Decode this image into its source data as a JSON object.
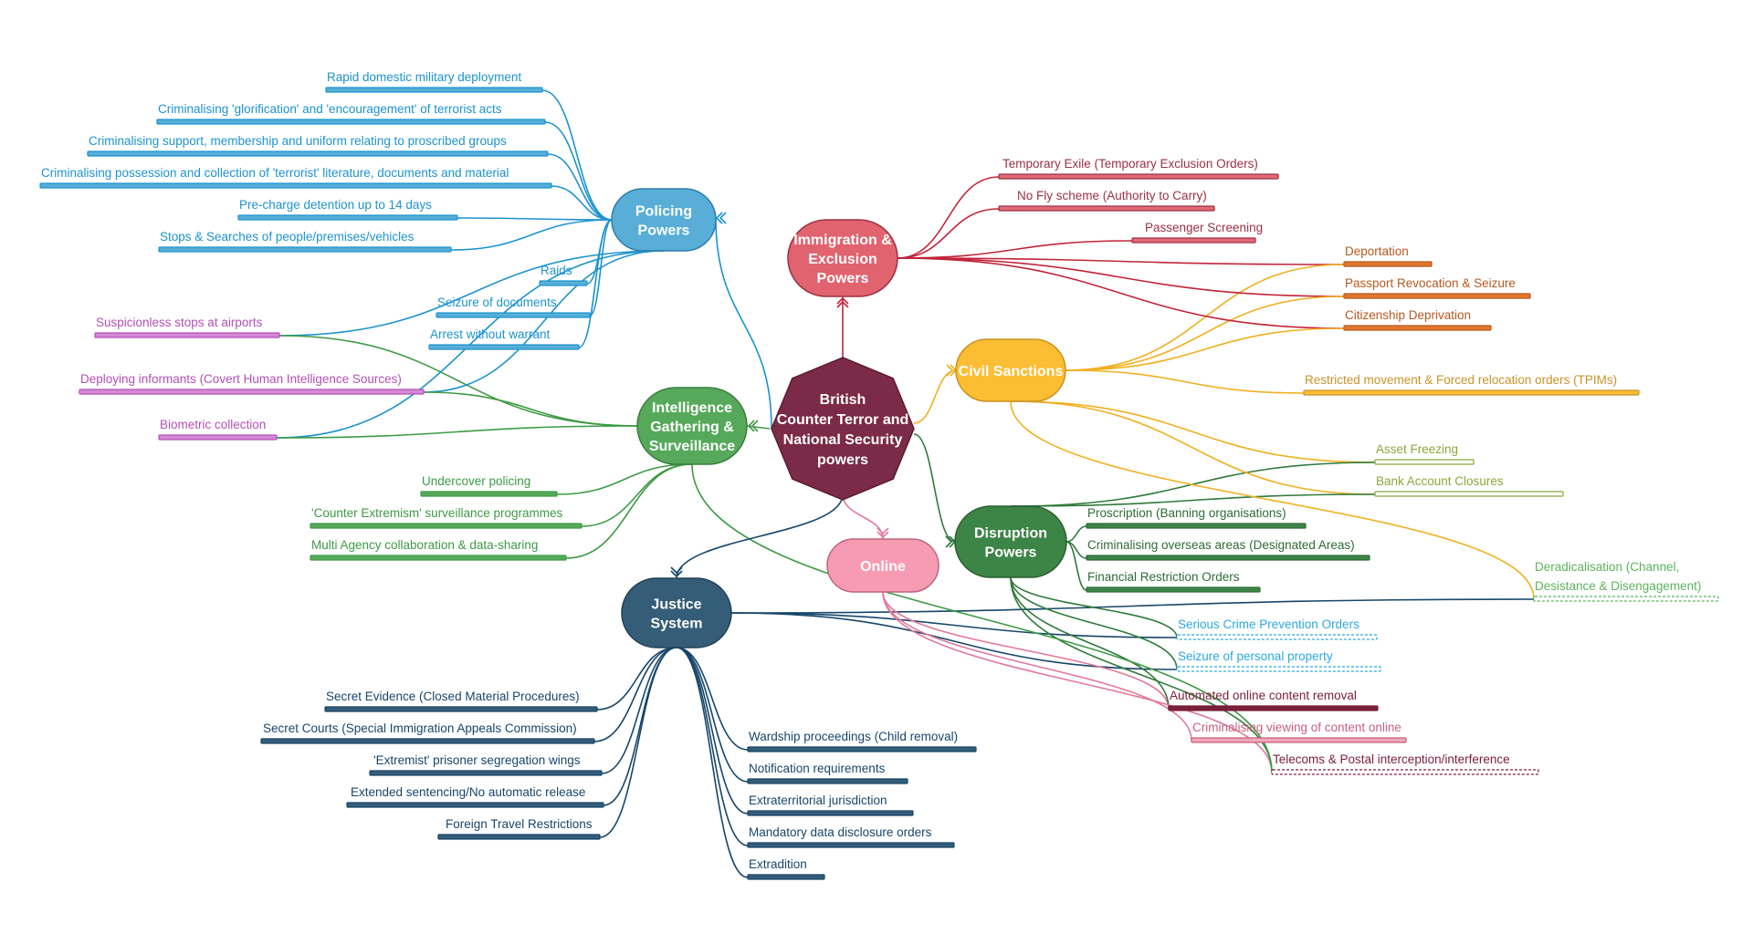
{
  "center": {
    "lines": [
      "British",
      "Counter Terror and",
      "National Security",
      "powers"
    ],
    "color": "#7b2a47"
  },
  "colors": {
    "policing": "#1c93cf",
    "policing_fill": "#58aed7",
    "immigration": "#c0253a",
    "immigration_fill": "#e0636f",
    "intelligence": "#3e9a44",
    "intelligence_fill": "#56a95a",
    "civil": "#f0b020",
    "civil_fill": "#fbbd33",
    "disruption": "#2f7a3a",
    "disruption_fill": "#3d8447",
    "online": "#e17a98",
    "online_fill": "#f79bb3",
    "justice": "#17466a",
    "justice_fill": "#355d77",
    "purple": "#b44fb6",
    "orange": "#e2782f",
    "olive": "#8aa83c",
    "lightgreen": "#5bb35b",
    "lightblue": "#2ba9e0",
    "maroon": "#7a1f3a"
  },
  "hubs": {
    "policing": {
      "lines": [
        "Policing",
        "Powers"
      ]
    },
    "immigration": {
      "lines": [
        "Immigration &",
        "Exclusion",
        "Powers"
      ]
    },
    "intelligence": {
      "lines": [
        "Intelligence",
        "Gathering &",
        "Surveillance"
      ]
    },
    "civil": {
      "lines": [
        "Civil Sanctions"
      ]
    },
    "disruption": {
      "lines": [
        "Disruption",
        "Powers"
      ]
    },
    "online": {
      "lines": [
        "Online"
      ]
    },
    "justice": {
      "lines": [
        "Justice",
        "System"
      ]
    }
  },
  "leaves": {
    "policing": [
      "Rapid domestic military deployment",
      "Criminalising 'glorification' and 'encouragement' of terrorist acts",
      "Criminalising support, membership and uniform relating to proscribed groups",
      "Criminalising possession and collection of 'terrorist' literature, documents and material",
      "Pre-charge detention up to 14 days",
      "Stops & Searches of people/premises/vehicles",
      "Raids",
      "Seizure of documents",
      "Arrest without warrant"
    ],
    "shared_purple": [
      "Suspicionless stops at airports",
      "Deploying informants (Covert Human Intelligence Sources)",
      "Biometric collection"
    ],
    "intelligence": [
      "Undercover policing",
      "'Counter Extremism' surveillance programmes",
      "Multi Agency collaboration & data-sharing"
    ],
    "immigration": [
      "Temporary  Exile (Temporary  Exclusion Orders)",
      "No Fly scheme (Authority to Carry)",
      "Passenger Screening"
    ],
    "shared_orange": [
      "Deportation",
      "Passport Revocation & Seizure",
      "Citizenship Deprivation"
    ],
    "civil": [
      "Restricted movement & Forced relocation orders (TPIMs)"
    ],
    "shared_olive": [
      "Asset Freezing",
      "Bank Account Closures"
    ],
    "disruption": [
      "Proscription (Banning organisations)",
      "Criminalising overseas areas (Designated Areas)",
      "Financial Restriction Orders"
    ],
    "deradicalisation": [
      "Deradicalisation  (Channel,",
      "Desistance & Disengagement)"
    ],
    "shared_lightblue": [
      "Serious Crime Prevention Orders",
      "Seizure of personal property"
    ],
    "automated": "Automated online content removal",
    "online_viewing": "Criminalising viewing of content online",
    "telecoms": "Telecoms  & Postal interception/interference",
    "justice_left": [
      "Secret Evidence (Closed Material Procedures)",
      "Secret Courts (Special Immigration Appeals Commission)",
      "'Extremist' prisoner segregation wings",
      "Extended sentencing/No automatic release",
      "Foreign Travel  Restrictions"
    ],
    "justice_right": [
      "Wardship proceedings (Child removal)",
      "Notification requirements",
      "Extraterritorial jurisdiction",
      "Mandatory data disclosure orders",
      "Extradition"
    ]
  }
}
